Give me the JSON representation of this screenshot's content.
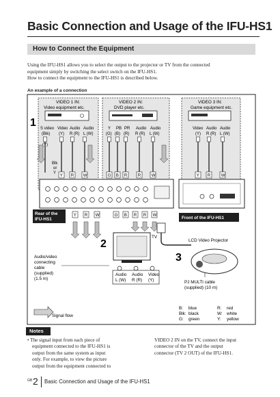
{
  "title": "Basic Connection and Usage of the IFU-HS1",
  "section": "How to Connect the Equipment",
  "intro": [
    "Using the IFU-HS1 allows you to select the output to the projector or TV from the connected",
    "equipment simply by switching the select switch on the IFU-HS1.",
    "How to connect the equipment to the IFU-HS1 is described below."
  ],
  "example_label": "An example of a connection",
  "video1": {
    "title": "VIDEO 1 IN:",
    "sub": "Video equipment etc."
  },
  "video2": {
    "title": "VIDEO 2 IN:",
    "sub": "DVD player etc."
  },
  "video3": {
    "title": "VIDEO 3 IN:",
    "sub": "Game equipment etc."
  },
  "step1": "1",
  "step2": "2",
  "step3": "3",
  "v1_headers": [
    "S video",
    "Video",
    "Audio",
    "Audio"
  ],
  "v1_colors": [
    "(Blk)",
    "(Y)",
    "R (R)",
    "L (W)"
  ],
  "v1_or": "or",
  "v1_y": "(Y)",
  "v2_headers": [
    "Y",
    "PB",
    "PR",
    "Audio",
    "Audio"
  ],
  "v2_colors": [
    "(G)",
    "(B)",
    "(R)",
    "R (R)",
    "L (W)"
  ],
  "v3_headers": [
    "Video",
    "Audio",
    "Audio"
  ],
  "v3_colors": [
    "(Y)",
    "R (R)",
    "L (W)"
  ],
  "blk_or_y": [
    "Blk",
    "or",
    "Y"
  ],
  "plug_letters_v1": [
    "Y",
    "R",
    "W"
  ],
  "plug_letters_v2": [
    "G",
    "B",
    "R",
    "R",
    "W"
  ],
  "plug_letters_v3": [
    "Y",
    "R",
    "W"
  ],
  "out_letters_left": [
    "Y",
    "R",
    "W"
  ],
  "out_letters_mid": [
    "G",
    "B",
    "R",
    "R",
    "W"
  ],
  "rear_label": [
    "Rear of the",
    "IFU-HS1"
  ],
  "front_label": "Front of the IFU-HS1",
  "lcd_label": "LCD Video Projector",
  "tv_label": "TV",
  "av_cable": [
    "Audio/video",
    "connecting",
    "cable",
    "(supplied)",
    "(1.5 m)"
  ],
  "tv_inputs": [
    [
      "Audio",
      "L (W)"
    ],
    [
      "Audio",
      "R (R)"
    ],
    [
      "Video",
      "(Y)"
    ]
  ],
  "pj_cable": [
    "PJ MULTI cable",
    "(supplied) (10 m)"
  ],
  "signal_flow": "Signal flow",
  "legend": [
    [
      "B:",
      "blue",
      "R:",
      "red"
    ],
    [
      "Blk:",
      "black",
      "W:",
      "white"
    ],
    [
      "G:",
      "green",
      "Y:",
      "yellow"
    ]
  ],
  "notes_label": "Notes",
  "notes_left": [
    "• The signal input from each piece of",
    "equipment connected to the IFU-HS1 is",
    "output from the same system as input",
    "only. For example, to view the picture",
    "output from the equipment connected to"
  ],
  "notes_right": [
    "VIDEO 2 IN on the TV, connect the input",
    "connector of the TV and the output",
    "connector (TV 2 OUT) of the IFU-HS1."
  ],
  "footer": {
    "prefix": "GB",
    "page": "2",
    "text": "Basic Connection and Usage of the IFU-HS1"
  }
}
